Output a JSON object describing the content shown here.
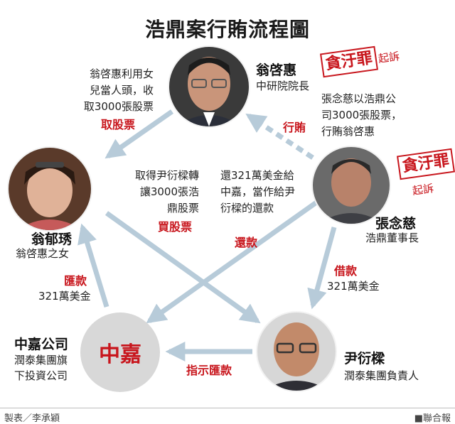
{
  "title": "浩鼎案行賄流程圖",
  "nodes": {
    "weng_chi_hui": {
      "name": "翁啓惠",
      "role": "中研院院長",
      "stamp": "貪汙罪",
      "indicted": "起訴"
    },
    "chang_nien_tzu": {
      "name": "張念慈",
      "role": "浩鼎董事長",
      "stamp": "貪汙罪",
      "indicted": "起訴"
    },
    "weng_yu_hsiu": {
      "name": "翁郁琇",
      "role": "翁啓惠之女"
    },
    "yin_yen_liang": {
      "name": "尹衍樑",
      "role": "潤泰集團負責人"
    },
    "zhongjia": {
      "circle_label": "中嘉",
      "name": "中嘉公司",
      "role_line1": "潤泰集團旗",
      "role_line2": "下投資公司"
    }
  },
  "notes": {
    "take_shares": {
      "lines": [
        "翁啓惠利用女",
        "兒當人頭，收",
        "取3000張股票"
      ],
      "label": "取股票"
    },
    "bribe": {
      "lines": [
        "張念慈以浩鼎公",
        "司3000張股票，",
        "行賄翁啓惠"
      ],
      "label": "行賄"
    },
    "buy_shares": {
      "lines": [
        "取得尹衍樑轉",
        "讓3000張浩",
        "鼎股票"
      ],
      "label": "買股票"
    },
    "repay": {
      "lines": [
        "還321萬美金給",
        "中嘉，當作給尹",
        "衍樑的還款"
      ],
      "label": "還款"
    },
    "remit": {
      "label": "匯款",
      "amount": "321萬美金"
    },
    "borrow": {
      "label": "借款",
      "amount": "321萬美金"
    },
    "instruct_remit": {
      "label": "指示匯款"
    }
  },
  "footer": {
    "credit": "製表／李承穎",
    "source": "■聯合報"
  },
  "colors": {
    "accent_red": "#c8161d",
    "arrow_blue": "#b7cbd9",
    "circle_gray": "#d8d8d8"
  }
}
